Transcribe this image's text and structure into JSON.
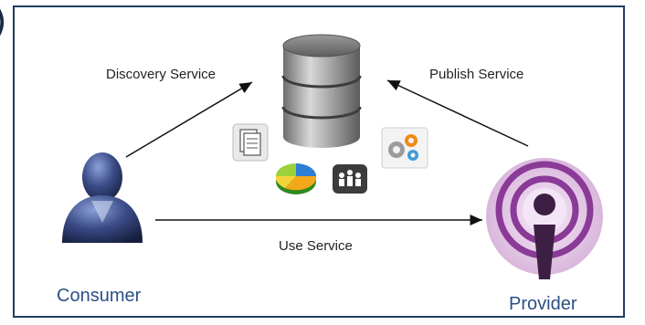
{
  "labels": {
    "discovery": "Discovery Service",
    "publish": "Publish Service",
    "use": "Use Service"
  },
  "roles": {
    "consumer": "Consumer",
    "provider": "Provider"
  },
  "fragment": ")",
  "colors": {
    "border": "#1f3d63",
    "role_text": "#2d4f86",
    "provider_purple": "#8a3a97",
    "consumer_blue": "#2a3a6a"
  },
  "icons": [
    "database-icon",
    "consumer-person-icon",
    "provider-podcast-icon",
    "document-icon",
    "pie-chart-icon",
    "network-icon",
    "gears-icon"
  ]
}
